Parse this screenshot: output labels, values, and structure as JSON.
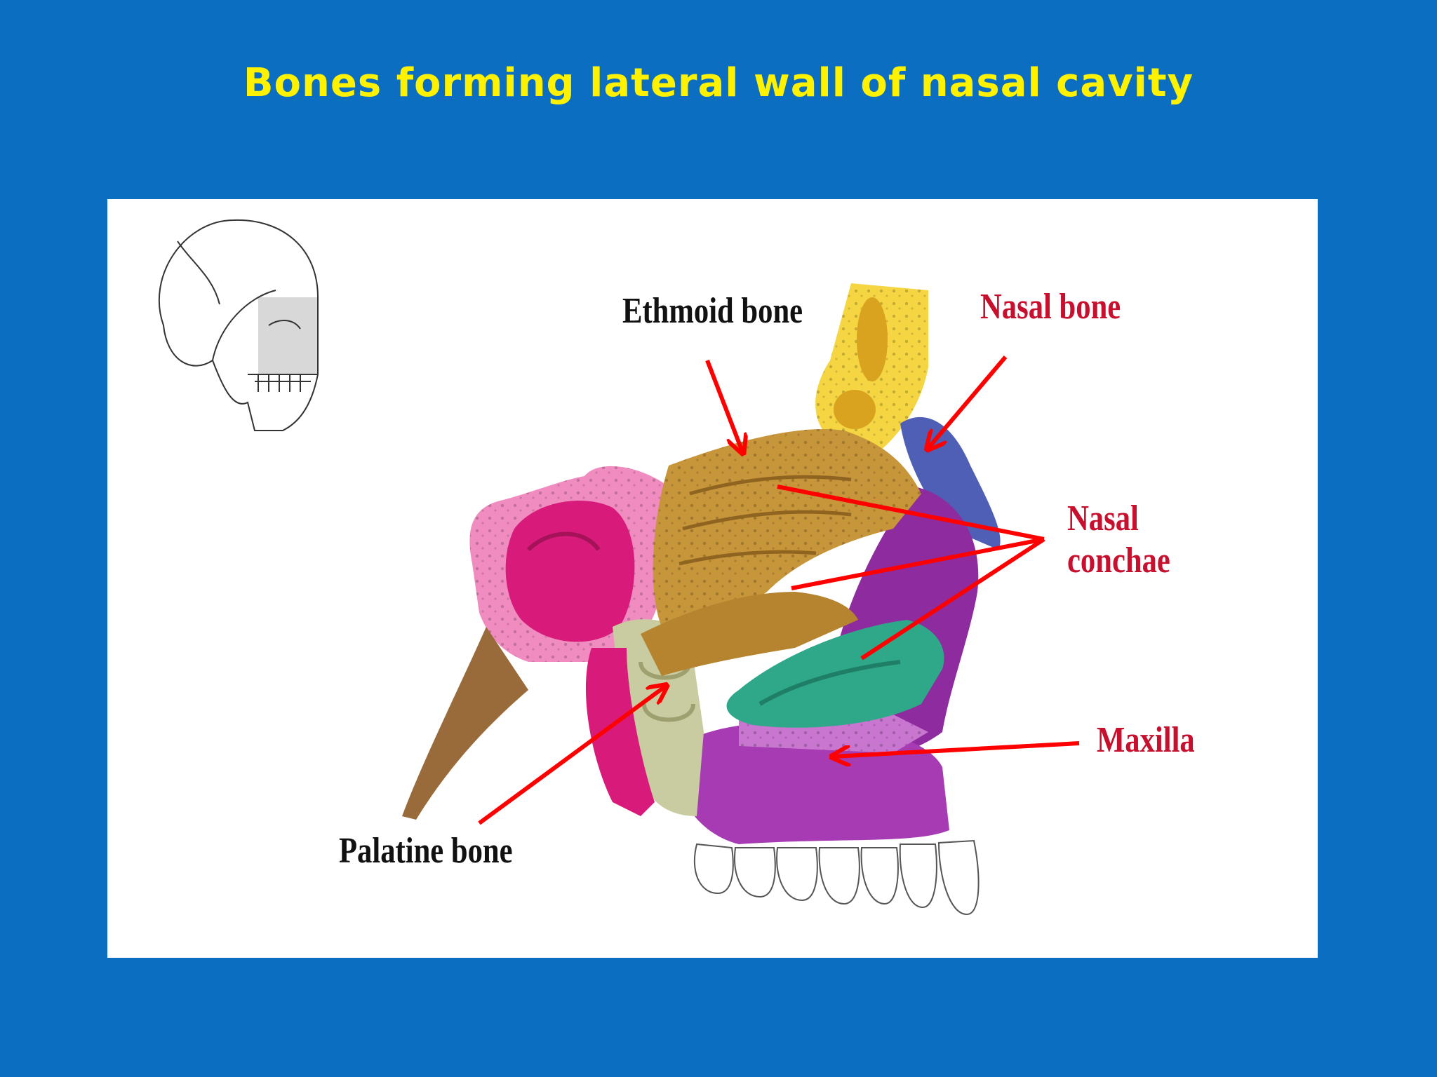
{
  "slide": {
    "title": "Bones forming lateral wall of nasal cavity",
    "title_color": "#FFF200",
    "background": "#0B6EC0"
  },
  "labels": {
    "ethmoid": "Ethmoid bone",
    "nasal_bone": "Nasal bone",
    "nasal_conchae_line1": "Nasal",
    "nasal_conchae_line2": "conchae",
    "maxilla": "Maxilla",
    "palatine": "Palatine bone"
  },
  "colors": {
    "dark_label": "#111111",
    "red_label": "#C8102E",
    "arrow": "#FF0000",
    "frontal": "#F5D642",
    "nasal": "#4F5FB5",
    "ethmoid": "#C7953A",
    "sphenoid": "#F08CC0",
    "sphenoid_sinus": "#D81B7A",
    "inferior_concha": "#2FA88A",
    "maxilla": "#8E2B9E",
    "palatine": "#C9CCA0",
    "vomer": "#9A6B3A",
    "teeth": "#FFFFFF"
  }
}
